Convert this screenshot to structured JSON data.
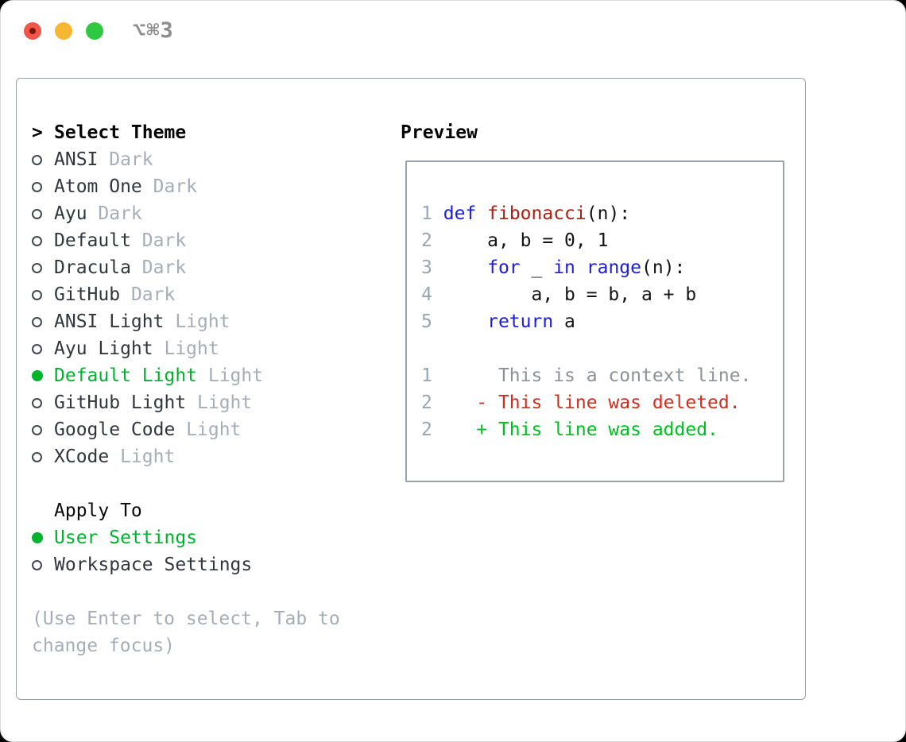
{
  "window": {
    "shortcut": "⌥⌘3",
    "traffic_lights": [
      "close",
      "minimize",
      "zoom"
    ]
  },
  "theme_picker": {
    "cursor": ">",
    "title": "Select Theme",
    "items": [
      {
        "name": "ANSI",
        "tag": "Dark",
        "selected": false
      },
      {
        "name": "Atom One",
        "tag": "Dark",
        "selected": false
      },
      {
        "name": "Ayu",
        "tag": "Dark",
        "selected": false
      },
      {
        "name": "Default",
        "tag": "Dark",
        "selected": false
      },
      {
        "name": "Dracula",
        "tag": "Dark",
        "selected": false
      },
      {
        "name": "GitHub",
        "tag": "Dark",
        "selected": false
      },
      {
        "name": "ANSI Light",
        "tag": "Light",
        "selected": false
      },
      {
        "name": "Ayu Light",
        "tag": "Light",
        "selected": false
      },
      {
        "name": "Default Light",
        "tag": "Light",
        "selected": true
      },
      {
        "name": "GitHub Light",
        "tag": "Light",
        "selected": false
      },
      {
        "name": "Google Code",
        "tag": "Light",
        "selected": false
      },
      {
        "name": "XCode",
        "tag": "Light",
        "selected": false
      }
    ],
    "apply_to": {
      "title": "Apply To",
      "options": [
        {
          "name": "User Settings",
          "selected": true
        },
        {
          "name": "Workspace Settings",
          "selected": false
        }
      ]
    },
    "hint": "(Use Enter to select, Tab to change focus)"
  },
  "preview": {
    "title": "Preview",
    "code_lines": [
      {
        "num": "1",
        "tokens": [
          {
            "text": "def",
            "type": "keyword"
          },
          {
            "text": " ",
            "type": "plain"
          },
          {
            "text": "fibonacci",
            "type": "function"
          },
          {
            "text": "(n):",
            "type": "plain"
          }
        ]
      },
      {
        "num": "2",
        "tokens": [
          {
            "text": "    a, b = 0, 1",
            "type": "plain"
          }
        ]
      },
      {
        "num": "3",
        "tokens": [
          {
            "text": "    ",
            "type": "plain"
          },
          {
            "text": "for",
            "type": "keyword"
          },
          {
            "text": " _ ",
            "type": "plain"
          },
          {
            "text": "in",
            "type": "keyword"
          },
          {
            "text": " ",
            "type": "plain"
          },
          {
            "text": "range",
            "type": "keyword"
          },
          {
            "text": "(n):",
            "type": "plain"
          }
        ]
      },
      {
        "num": "4",
        "tokens": [
          {
            "text": "        a, b = b, a + b",
            "type": "plain"
          }
        ]
      },
      {
        "num": "5",
        "tokens": [
          {
            "text": "    ",
            "type": "plain"
          },
          {
            "text": "return",
            "type": "keyword"
          },
          {
            "text": " a",
            "type": "plain"
          }
        ]
      }
    ],
    "diff_lines": [
      {
        "num": "1",
        "prefix": "      ",
        "text": "This is a context line.",
        "kind": "context"
      },
      {
        "num": "2",
        "prefix": "    - ",
        "text": "This line was deleted.",
        "kind": "deleted"
      },
      {
        "num": "2",
        "prefix": "    + ",
        "text": "This line was added.",
        "kind": "added"
      }
    ]
  },
  "colors": {
    "kw": "#1c1ce0",
    "fn": "#a62014",
    "plain": "#141414",
    "lnum": "#9aa5b4",
    "ctx": "#8d929a",
    "del": "#cf2d1e",
    "add": "#00bd20",
    "green": "#00b32c",
    "tag": "#a6adb8",
    "name": "#32363c",
    "title": "#050505",
    "apply_title": "#0a0a0a",
    "hint": "#a6adb8",
    "radio_ring": "#42474e",
    "border_panel": "#98a0aa",
    "border_box": "#9aa2aa",
    "shortcut": "#8d8d8d",
    "dot_red": "#f0574a",
    "dot_red_inner": "#7e150d",
    "dot_yellow": "#f7b733",
    "dot_green": "#2ec941"
  }
}
